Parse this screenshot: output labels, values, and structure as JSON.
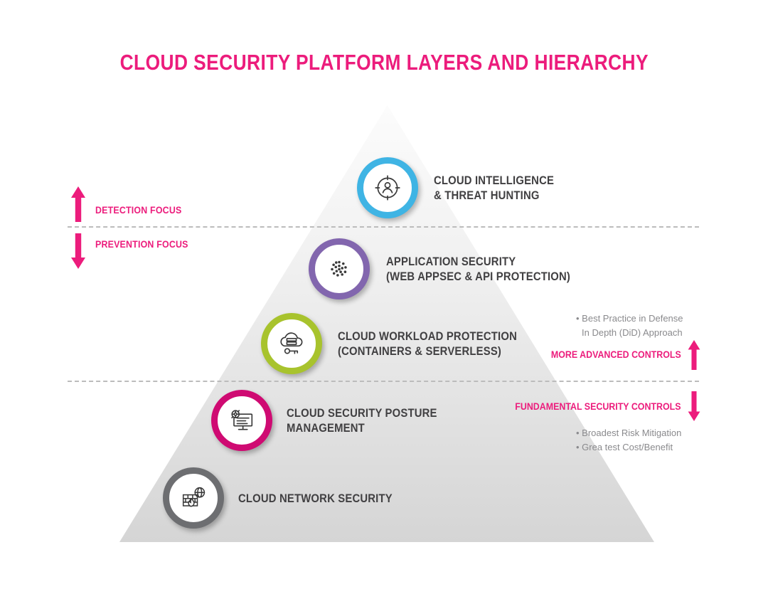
{
  "title": "CLOUD SECURITY PLATFORM LAYERS AND HIERARCHY",
  "layers": [
    {
      "line1": "CLOUD INTELLIGENCE",
      "line2": "& THREAT HUNTING",
      "color": "#3fb4e4",
      "icon": "threat-hunting-icon"
    },
    {
      "line1": "APPLICATION SECURITY",
      "line2": "(WEB APPSEC & API PROTECTION)",
      "color": "#8266ae",
      "icon": "dots-cluster-icon"
    },
    {
      "line1": "CLOUD WORKLOAD PROTECTION",
      "line2": "(CONTAINERS & SERVERLESS)",
      "color": "#a8c32d",
      "icon": "cloud-key-icon"
    },
    {
      "line1": "CLOUD SECURITY POSTURE",
      "line2": "MANAGEMENT",
      "color": "#cf0a72",
      "icon": "monitor-gear-icon"
    },
    {
      "line1": "CLOUD NETWORK SECURITY",
      "line2": "",
      "color": "#6d6e71",
      "icon": "firewall-globe-icon"
    }
  ],
  "left": {
    "detection": "DETECTION FOCUS",
    "prevention": "PREVENTION FOCUS"
  },
  "right": {
    "best_practice_line1": "Best Practice in Defense",
    "best_practice_line2": "In Depth (DiD) Approach",
    "more_advanced": "MORE ADVANCED CONTROLS",
    "fundamental": "FUNDAMENTAL SECURITY CONTROLS",
    "bullet1": "Broadest Risk Mitigation",
    "bullet2": "Grea test Cost/Benefit"
  },
  "colors": {
    "accent_magenta": "#ec1c7c",
    "badge_blue": "#3fb4e4",
    "badge_purple": "#8266ae",
    "badge_green": "#a8c32d",
    "badge_magenta": "#cf0a72",
    "badge_gray": "#6d6e71",
    "label_text": "#414042",
    "note_text": "#8a8a8d",
    "pyramid_fill": "#e2e2e2"
  }
}
